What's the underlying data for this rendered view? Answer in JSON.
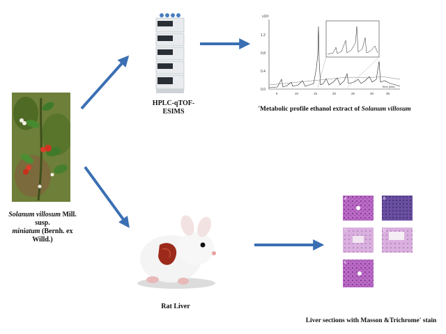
{
  "captions": {
    "hplc": "HPLC-qTOF-ESIMS",
    "metabolic_prefix": "'Metabolic profile ethanol extract of ",
    "metabolic_species": "Solanum villosum",
    "plant_genus": "Solanum villosum",
    "plant_rest1": " Mill. susp.",
    "plant_sub": "miniatum",
    "plant_rest2": " (Bernh. ex Willd.)",
    "rat_liver": "Rat Liver",
    "liver_sections": "Liver sections with Masson &Trichrome' stain"
  },
  "chromatogram": {
    "y_unit": "x10⁶",
    "x_unit": "Time [min]",
    "y_ticks": [
      "1.2",
      "0.8",
      "0.4",
      "0.0"
    ],
    "x_ticks": [
      "5",
      "10",
      "15",
      "20",
      "25",
      "30",
      "35"
    ]
  },
  "section_labels": [
    "A",
    "B",
    "C",
    "D",
    "E"
  ],
  "colors": {
    "arrow": "#3a6fb3",
    "stain": "#8a3fa0",
    "liver": "#9b2a1a"
  }
}
